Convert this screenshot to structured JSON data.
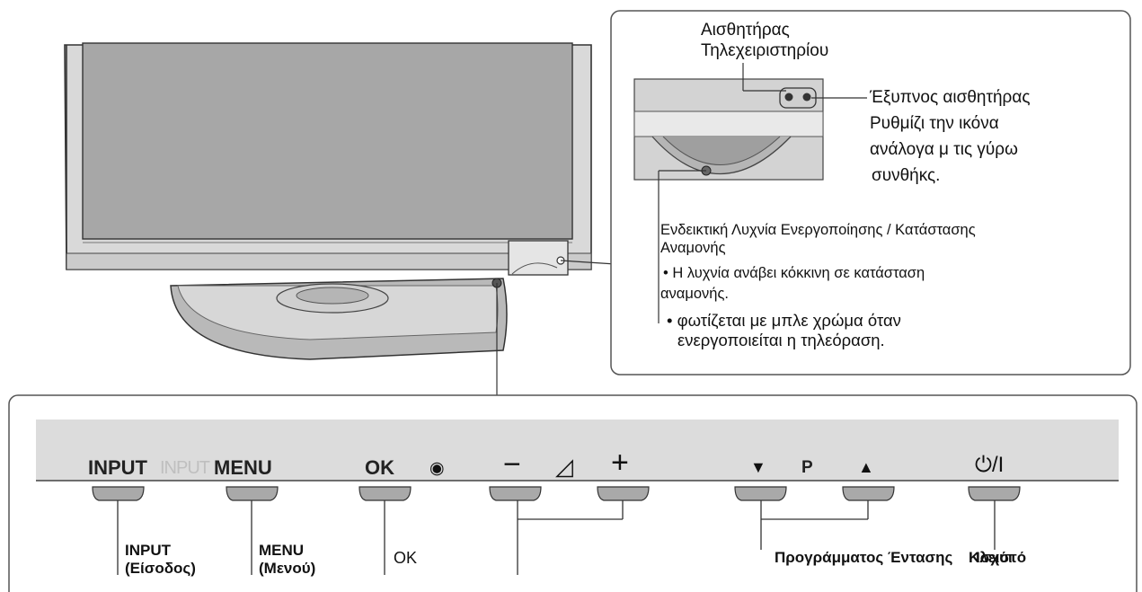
{
  "callout": {
    "remote_sensor": [
      "Αισθητήρας",
      "Τηλεχειριστηρίου"
    ],
    "smart_sensor": [
      "Έξυπνος αισθητήρας",
      "Ρυθμίζι την ικόνα",
      "ανάλογα μ τις γύρω",
      "συνθήκς."
    ],
    "power_led_title": [
      "Ενδεικτική Λυχνία Ενεργοποίησης / Κατάστασης",
      "Αναμονής"
    ],
    "bullet_1": [
      "• Η λυχνία ανάβει κόκκινη σε κατάσταση",
      "αναμονής."
    ],
    "bullet_2": [
      "• φωτίζεται με μπλε χρώμα όταν",
      "ενεργοποιείται η τηλεόραση."
    ]
  },
  "panel": {
    "input_cap": "INPUT",
    "input_ghost": "INPUT",
    "menu_cap": "MENU",
    "ok_cap": "OK",
    "ok_dot": "◉",
    "vol_minus": "−",
    "vol_symbol": "◿",
    "vol_plus": "+",
    "ch_down": "▼",
    "ch_p": "P",
    "ch_up": "▲",
    "power_cap": "⏻/I"
  },
  "labels": {
    "input": [
      "INPUT",
      "(Είσοδος)"
    ],
    "menu": [
      "MENU",
      "(Μενού)"
    ],
    "ok": "OK",
    "program": "Προγράμματος",
    "volume": "Έντασης",
    "power": "Κλειστό",
    "power_overlap": "Ισχύι"
  },
  "colors": {
    "panel_bg": "#dcdcdc",
    "button_fill": "#a9a9a9",
    "line": "#333333"
  }
}
